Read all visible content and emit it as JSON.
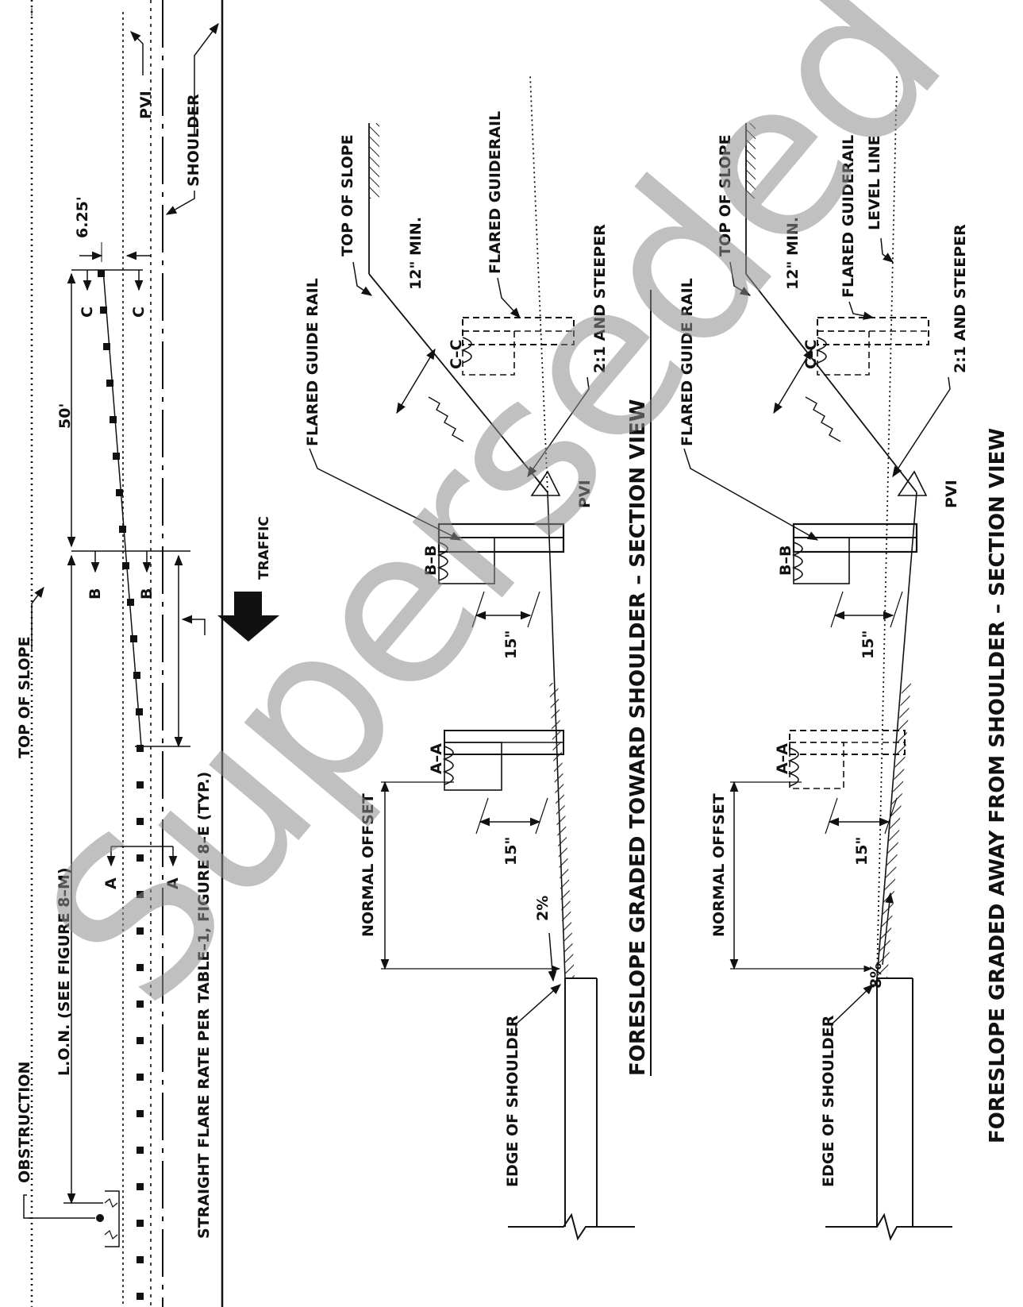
{
  "plan_view": {
    "labels": {
      "obstruction": "OBSTRUCTION",
      "top_of_slope": "TOP OF SLOPE",
      "lon": "L.O.N. (SEE FIGURE 8–M)",
      "straight_flare": "STRAIGHT FLARE RATE PER TABLE–1, FIGURE 8–E (TYP.)",
      "pvi": "PVI",
      "shoulder": "SHOULDER",
      "traffic": "TRAFFIC",
      "dim_50": "50'",
      "dim_625": "6.25'",
      "sec_a": "A",
      "sec_b": "B",
      "sec_c": "C"
    }
  },
  "section_toward": {
    "title": "FORESLOPE GRADED TOWARD SHOULDER – SECTION VIEW",
    "labels": {
      "flared_guide_rail": "FLARED GUIDE RAIL",
      "top_of_slope": "TOP OF SLOPE",
      "min_12": "12\" MIN.",
      "flared_guiderail": "FLARED GUIDERAIL",
      "slope": "2:1 AND STEEPER",
      "pvi": "PVI",
      "normal_offset": "NORMAL OFFSET",
      "edge_of_shoulder": "EDGE OF SHOULDER",
      "grade": "2%",
      "dim_15_a": "15\"",
      "dim_15_b": "15\"",
      "sec_aa": "A–A",
      "sec_bb": "B–B",
      "sec_cc": "C–C"
    }
  },
  "section_away": {
    "title": "FORESLOPE GRADED AWAY FROM SHOULDER – SECTION VIEW",
    "labels": {
      "flared_guide_rail": "FLARED GUIDE RAIL",
      "top_of_slope": "TOP OF SLOPE",
      "min_12": "12\" MIN.",
      "flared_guiderail": "FLARED GUIDERAIL",
      "level_line": "LEVEL LINE",
      "slope": "2:1 AND STEEPER",
      "pvi": "PVI",
      "normal_offset": "NORMAL OFFSET",
      "edge_of_shoulder": "EDGE OF SHOULDER",
      "grade": "8%",
      "dim_15_a": "15\"",
      "dim_15_b": "15\"",
      "sec_aa": "A–A",
      "sec_bb": "B–B",
      "sec_cc": "C–C"
    }
  },
  "watermark": "Superseded"
}
